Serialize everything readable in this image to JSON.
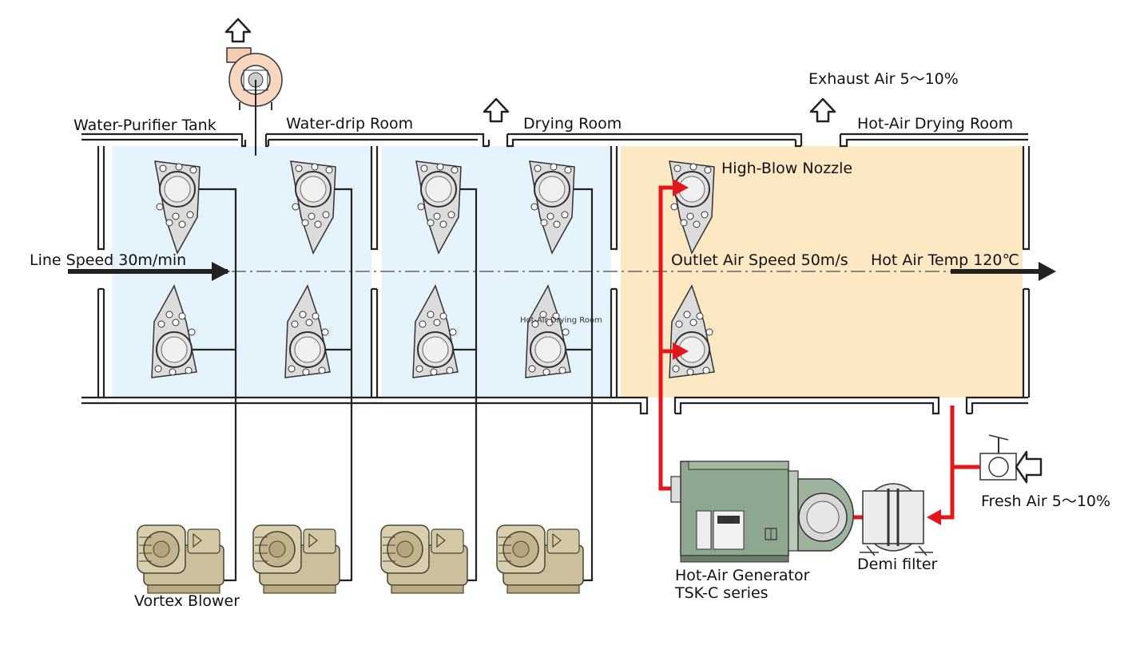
{
  "labels": {
    "water_purifier_tank": "Water-Purifier Tank",
    "water_drip_room": "Water-drip Room",
    "drying_room": "Drying Room",
    "hot_air_drying_room": "Hot-Air Drying Room",
    "exhaust_air": "Exhaust Air 5～10%",
    "high_blow_nozzle": "High-Blow Nozzle",
    "line_speed": "Line Speed 30m/min",
    "outlet_air_speed": "Outlet Air Speed 50m/s",
    "hot_air_temp": "Hot Air Temp 120℃",
    "inline_note": "Hot-Air Drying Room",
    "fresh_air": "Fresh Air 5～10%",
    "vortex_blower": "Vortex Blower",
    "hot_air_generator_line1": "Hot-Air Generator",
    "hot_air_generator_line2": "TSK-C series",
    "demi_filter": "Demi filter"
  },
  "colors": {
    "water_zone_fill": "#e4f3fc",
    "hot_air_zone_fill": "#fde8c4",
    "hot_air_line": "#e3161b",
    "wall": "#222222",
    "generator_body": "#8fa690",
    "blower_body": "#cbbf9c"
  }
}
